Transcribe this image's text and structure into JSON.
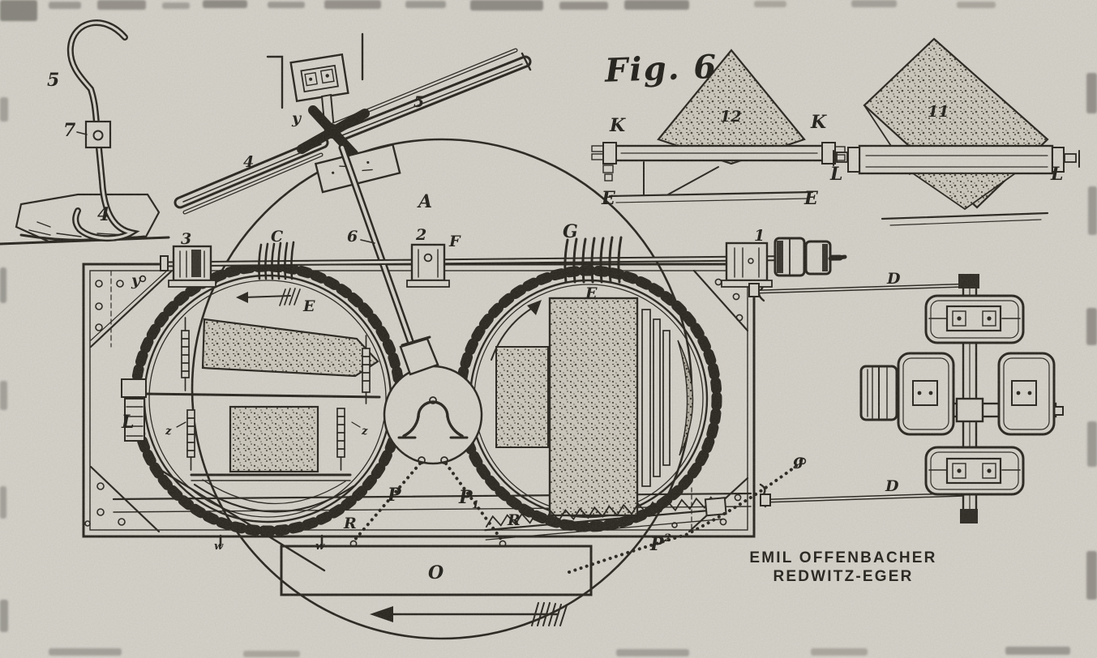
{
  "figure": {
    "title": "Fig. 6",
    "signature_line1": "EMIL OFFENBACHER",
    "signature_line2": "REDWITZ-EGER"
  },
  "labels": {
    "hook_5": "5",
    "hook_7": "7",
    "base_4": "4",
    "arm_y": "y",
    "arm_5": "5",
    "arm_4": "4",
    "circle_A": "A",
    "inset12_K_left": "K",
    "inset12_num": "12",
    "inset12_K_right": "K",
    "inset12_L": "L",
    "inset12_E_left": "E",
    "inset12_E_right": "E",
    "inset11_num": "11",
    "inset11_L": "L",
    "frame_y": "y",
    "shaft_3": "3",
    "shaft_C": "C",
    "rod_6": "6",
    "shaft_2": "2",
    "shaft_F": "F",
    "shaft_G": "G",
    "shaft_1": "1",
    "gearL_E": "E",
    "gearL_L": "L",
    "gearL_z_left": "z",
    "gearL_z_right": "z",
    "gearR_E": "E",
    "chain_P": "P",
    "chain_P1_base": "P",
    "chain_P1_sub": "1",
    "rail_R_left": "R",
    "rail_R_right": "R",
    "box_O": "O",
    "chain_P2_base": "P",
    "chain_P2_sup": "2",
    "chain_g": "g",
    "rod_D_top": "D",
    "rod_D_bottom": "D",
    "rail_w_left": "w",
    "rail_w_right": "w"
  }
}
